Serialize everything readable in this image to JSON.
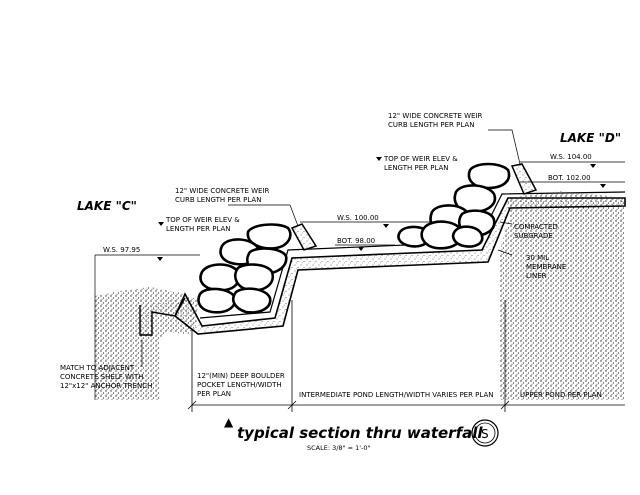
{
  "lakes": {
    "left": "LAKE \"C\"",
    "right": "LAKE \"D\""
  },
  "water_surface": {
    "left": "W.S. 97.95",
    "middle": "W.S. 100.00",
    "right": "W.S. 104.00"
  },
  "bottom": {
    "middle": "BOT. 98.00",
    "right": "BOT. 102.00"
  },
  "notes": {
    "weir_curb_lower": [
      "12\" WIDE CONCRETE WEIR",
      "CURB LENGTH PER PLAN"
    ],
    "weir_curb_upper": [
      "12\" WIDE CONCRETE WEIR",
      "CURB LENGTH PER PLAN"
    ],
    "weir_top_lower": [
      "TOP OF WEIR ELEV &",
      "LENGTH PER PLAN"
    ],
    "weir_top_upper": [
      "TOP OF WEIR ELEV &",
      "LENGTH PER PLAN"
    ],
    "compacted": [
      "COMPACTED",
      "SUBGRADE"
    ],
    "membrane": [
      "30 MIL",
      "MEMBRANE",
      "LINER"
    ],
    "concrete_shelf": [
      "MATCH TO ADJACENT",
      "CONCRETE SHELF WITH",
      "12\"x12\" ANCHOR TRENCH"
    ]
  },
  "dimensions": {
    "boulder_pocket": [
      "12\"(MIN) DEEP BOULDER",
      "POCKET LENGTH/WIDTH",
      "PER PLAN"
    ],
    "intermediate_pond": "INTERMEDIATE POND LENGTH/WIDTH VARIES PER PLAN",
    "upper_pond": "UPPER POND PER PLAN"
  },
  "title": {
    "text": "typical section thru waterfall",
    "scale": "SCALE: 3/8\" = 1'-0\"",
    "section_mark": "S"
  }
}
